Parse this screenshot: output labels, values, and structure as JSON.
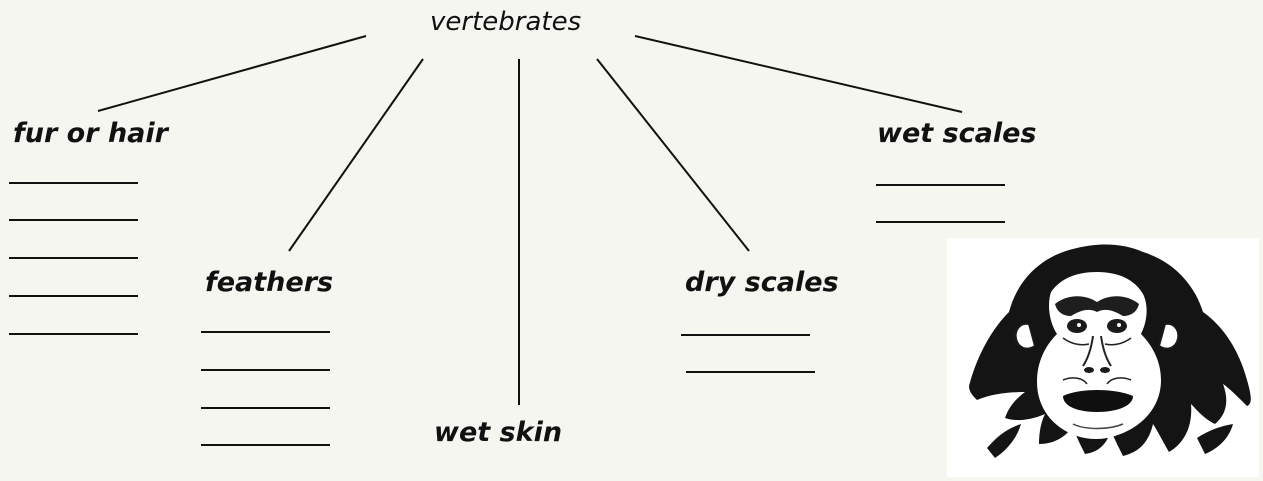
{
  "root": {
    "label": "vertebrates"
  },
  "categories": [
    {
      "id": "fur",
      "label": "fur or hair",
      "blanks": 5
    },
    {
      "id": "feathers",
      "label": "feathers",
      "blanks": 4
    },
    {
      "id": "wet-skin",
      "label": "wet skin",
      "blanks": 0
    },
    {
      "id": "dry-scales",
      "label": "dry scales",
      "blanks": 2
    },
    {
      "id": "wet-scales",
      "label": "wet scales",
      "blanks": 2
    }
  ],
  "illustration": {
    "icon": "chimpanzee-icon"
  }
}
